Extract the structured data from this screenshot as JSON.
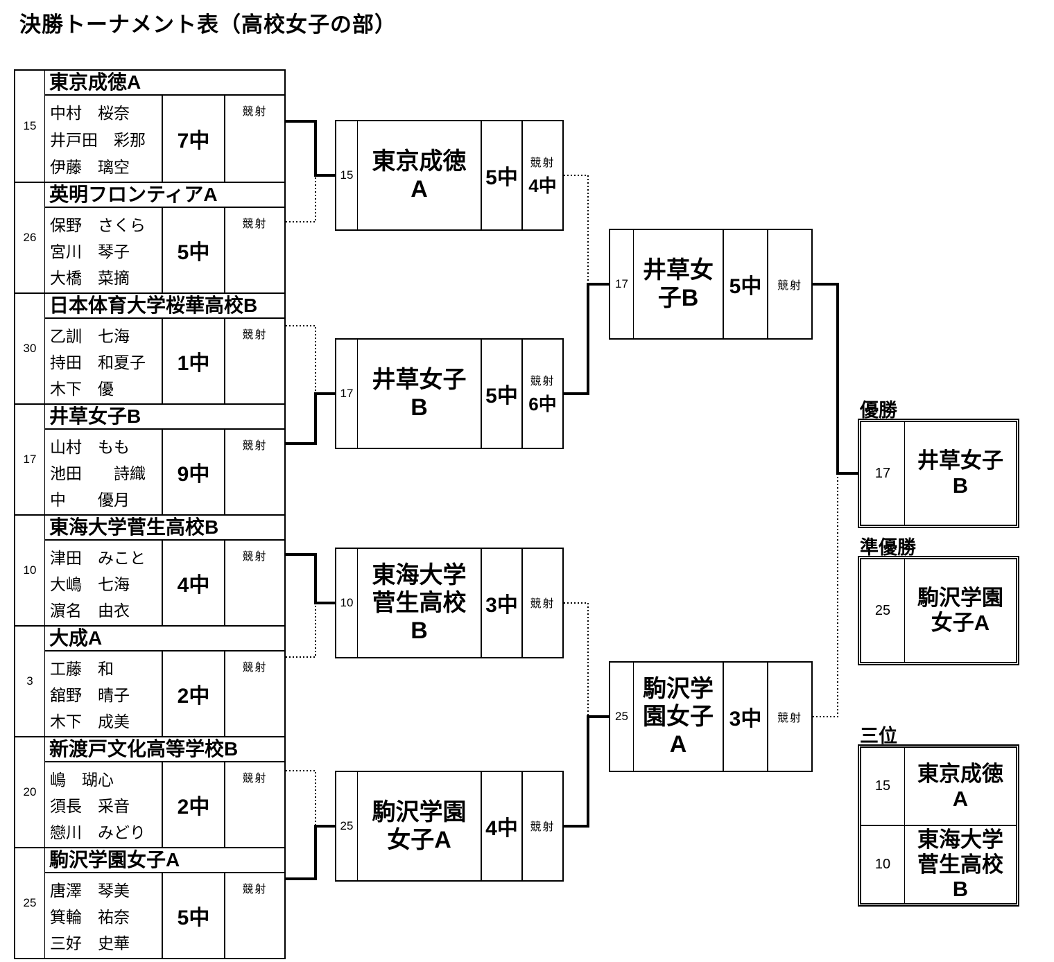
{
  "title": "決勝トーナメント表（高校女子の部）",
  "labels": {
    "kyosha": "競射",
    "champion": "優勝",
    "runner_up": "準優勝",
    "third_place": "三位"
  },
  "round1": [
    {
      "seed": "15",
      "team": "東京成徳A",
      "players": [
        "中村　桜奈",
        "井戸田　彩那",
        "伊藤　璃空"
      ],
      "score": "7中"
    },
    {
      "seed": "26",
      "team": "英明フロンティアA",
      "players": [
        "保野　さくら",
        "宮川　琴子",
        "大橋　菜摘"
      ],
      "score": "5中"
    },
    {
      "seed": "30",
      "team": "日本体育大学桜華高校B",
      "players": [
        "乙訓　七海",
        "持田　和夏子",
        "木下　優"
      ],
      "score": "1中"
    },
    {
      "seed": "17",
      "team": "井草女子B",
      "players": [
        "山村　もも",
        "池田　　詩織",
        "中　　優月"
      ],
      "score": "9中"
    },
    {
      "seed": "10",
      "team": "東海大学菅生高校B",
      "players": [
        "津田　みこと",
        "大嶋　七海",
        "濵名　由衣"
      ],
      "score": "4中"
    },
    {
      "seed": "3",
      "team": "大成A",
      "players": [
        "工藤　和",
        "舘野　晴子",
        "木下　成美"
      ],
      "score": "2中"
    },
    {
      "seed": "20",
      "team": "新渡戸文化高等学校B",
      "players": [
        "嶋　瑚心",
        "須長　采音",
        "戀川　みどり"
      ],
      "score": "2中"
    },
    {
      "seed": "25",
      "team": "駒沢学園女子A",
      "players": [
        "唐澤　琴美",
        "箕輪　祐奈",
        "三好　史華"
      ],
      "score": "5中"
    }
  ],
  "round2": [
    {
      "seed": "15",
      "team": "東京成徳A",
      "score": "5中",
      "shootoff": "4中"
    },
    {
      "seed": "17",
      "team": "井草女子B",
      "score": "5中",
      "shootoff": "6中"
    },
    {
      "seed": "10",
      "team": "東海大学菅生高校B",
      "score": "3中",
      "shootoff": ""
    },
    {
      "seed": "25",
      "team": "駒沢学園女子A",
      "score": "4中",
      "shootoff": ""
    }
  ],
  "semifinals": [
    {
      "seed": "17",
      "team": "井草女子B",
      "score": "5中"
    },
    {
      "seed": "25",
      "team": "駒沢学園女子A",
      "score": "3中"
    }
  ],
  "results": {
    "champion": {
      "seed": "17",
      "team": "井草女子B"
    },
    "runner_up": {
      "seed": "25",
      "team": "駒沢学園女子A"
    },
    "third": [
      {
        "seed": "15",
        "team": "東京成徳A"
      },
      {
        "seed": "10",
        "team": "東海大学菅生高校B"
      }
    ]
  }
}
